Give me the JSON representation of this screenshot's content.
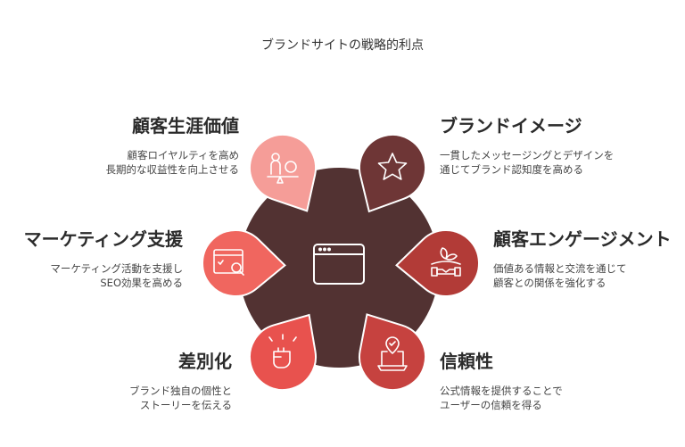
{
  "title": "ブランドサイトの戦略的利点",
  "center": {
    "icon": "browser-window-icon",
    "color": "#523232"
  },
  "items": [
    {
      "heading": "顧客生涯価値",
      "line1": "顧客ロイヤルティを高め",
      "line2": "長期的な収益性を向上させる",
      "icon": "scale-person-coin-icon",
      "color": "#f59d98"
    },
    {
      "heading": "ブランドイメージ",
      "line1": "一貫したメッセージングとデザインを",
      "line2": "通じてブランド認知度を高める",
      "icon": "star-icon",
      "color": "#6e3636"
    },
    {
      "heading": "マーケティング支援",
      "line1": "マーケティング活動を支援し",
      "line2": "SEO効果を高める",
      "icon": "seo-search-icon",
      "color": "#f0665f"
    },
    {
      "heading": "顧客エンゲージメント",
      "line1": "価値ある情報と交流を通じて",
      "line2": "顧客との関係を強化する",
      "icon": "handshake-plant-icon",
      "color": "#b23b37"
    },
    {
      "heading": "差別化",
      "line1": "ブランド独自の個性と",
      "line2": "ストーリーを伝える",
      "icon": "fist-icon",
      "color": "#e8524e"
    },
    {
      "heading": "信頼性",
      "line1": "公式情報を提供することで",
      "line2": "ユーザーの信頼を得る",
      "icon": "laptop-shield-check-icon",
      "color": "#c6423f"
    }
  ]
}
